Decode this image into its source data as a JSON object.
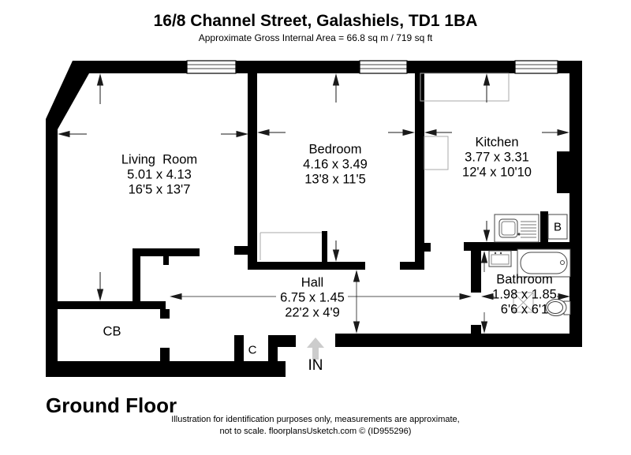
{
  "header": {
    "title": "16/8 Channel Street, Galashiels, TD1 1BA",
    "subtitle": "Approximate Gross Internal Area = 66.8 sq m / 719 sq ft"
  },
  "floor": {
    "label": "Ground Floor"
  },
  "rooms": {
    "living_room": {
      "name": "Living  Room",
      "metric": "5.01 x 4.13",
      "imperial": "16'5 x 13'7"
    },
    "bedroom": {
      "name": "Bedroom",
      "metric": "4.16 x 3.49",
      "imperial": "13'8 x 11'5"
    },
    "kitchen": {
      "name": "Kitchen",
      "metric": "3.77 x 3.31",
      "imperial": "12'4 x 10'10"
    },
    "hall": {
      "name": "Hall",
      "metric": "6.75 x 1.45",
      "imperial": "22'2 x 4'9"
    },
    "bathroom": {
      "name": "Bathroom",
      "metric": "1.98 x 1.85",
      "imperial": "6'6 x 6'1"
    },
    "cb_closet": {
      "name": "CB"
    },
    "c_closet": {
      "name": "C"
    },
    "boiler": {
      "name": "B"
    },
    "entrance": {
      "name": "IN"
    }
  },
  "footer": {
    "line1": "Illustration for identification purposes only, measurements are approximate,",
    "line2": "not to scale. floorplansUsketch.com © (ID955296)"
  },
  "colors": {
    "wall": "#000000",
    "dimension": "#1a1a1a",
    "fixture": "#444444",
    "faint": "#aaaaaa",
    "entrance_arrow": "#cccccc"
  }
}
